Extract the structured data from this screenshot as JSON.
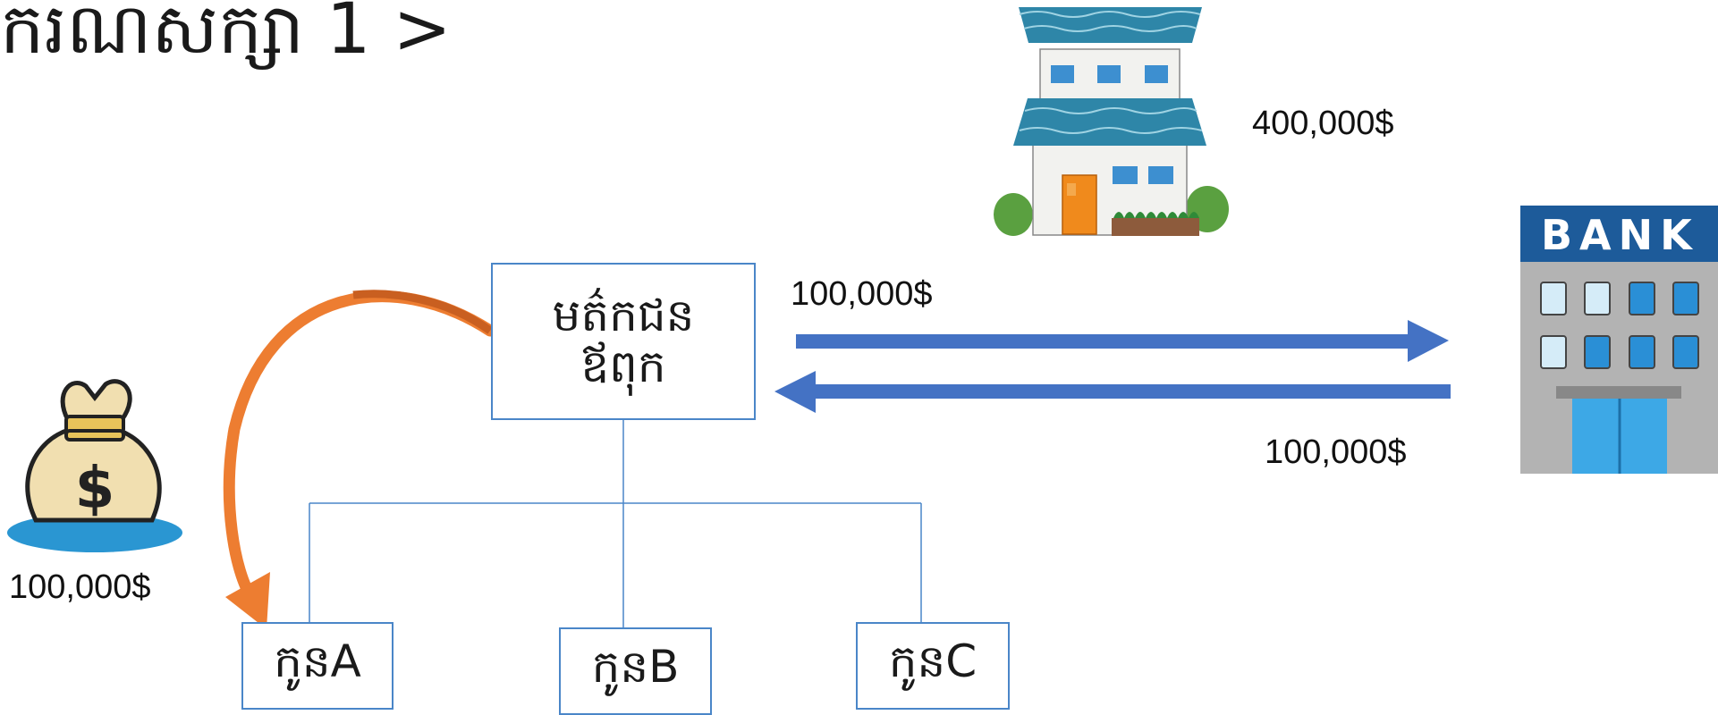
{
  "slide": {
    "title": "ករណីសិក្សា 1 >"
  },
  "diagram": {
    "parent_box": {
      "line1": "មត៌កជន",
      "line2": "ឪពុក"
    },
    "children": [
      {
        "label": "កូនA"
      },
      {
        "label": "កូនB"
      },
      {
        "label": "កូនC"
      }
    ],
    "amounts": {
      "house": "400,000$",
      "to_bank": "100,000$",
      "from_bank": "100,000$",
      "money_bag": "100,000$"
    },
    "bank_sign": "BANK",
    "colors": {
      "box_border": "#4a86c8",
      "blue_arrow": "#4472c4",
      "orange_arrow": "#ed7d31"
    }
  }
}
